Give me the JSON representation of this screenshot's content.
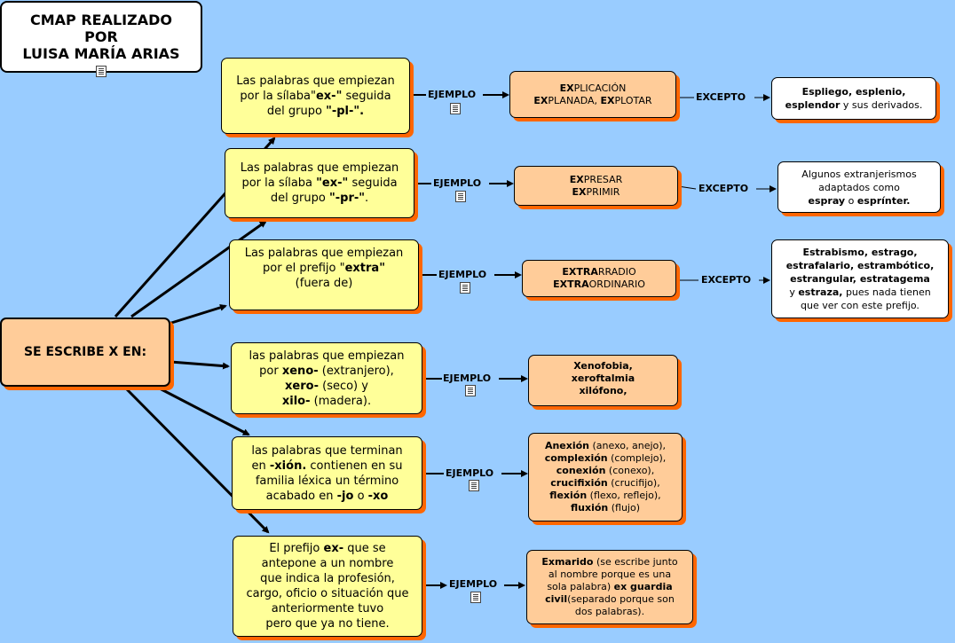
{
  "title": {
    "line1": "CMAP REALIZADO",
    "line2": "POR",
    "line3": "LUISA MARÍA ARIAS"
  },
  "root": {
    "label": "SE ESCRIBE X EN:"
  },
  "link_labels": {
    "ejemplo": "EJEMPLO",
    "excepto": "EXCEPTO"
  },
  "rules": [
    {
      "p1": "Las palabras que empiezan",
      "p2": "por la sílaba\"",
      "b2": "ex-\"",
      "p3": " seguida",
      "p4": "del grupo ",
      "b4": "\"-pl-\"."
    },
    {
      "p1": "Las palabras que empiezan",
      "p2": "por la sílaba ",
      "b2": "\"ex-\"",
      "p3": " seguida",
      "p4": "del grupo ",
      "b4": "\"-pr-\"",
      "p5": "."
    },
    {
      "p1": "Las palabras que empiezan",
      "p2": "por el prefijo \"",
      "b2": "extra\"",
      "p3": "(fuera de)"
    },
    {
      "p1": "las palabras que empiezan",
      "p2": "por ",
      "b2": "xeno-",
      "p3": " (extranjero),",
      "b4": "xero-",
      "p4": " (seco) y",
      "b5": "xilo-",
      "p5": " (madera)."
    },
    {
      "p1": "las palabras que terminan",
      "p2": "en ",
      "b2": "-xión.",
      "p3": " contienen en su",
      "p4": "familia léxica un término",
      "p5": "acabado en ",
      "b5": "-jo",
      "p6": " o ",
      "b6": "-xo"
    },
    {
      "p1": "El prefijo ",
      "b1": "ex-",
      "p1b": " que se",
      "p2": "antepone a un nombre",
      "p3": "que indica la profesión,",
      "p4": "cargo, oficio o situación que",
      "p5": "anteriormente tuvo",
      "p6": "pero que ya no tiene."
    }
  ],
  "examples": [
    {
      "b1": "EX",
      "t1": "PLICACIÓN",
      "b2": "EX",
      "t2": "PLANADA, ",
      "b3": "EX",
      "t3": "PLOTAR"
    },
    {
      "b1": "EX",
      "t1": "PRESAR",
      "b2": "EX",
      "t2": "PRIMIR"
    },
    {
      "b1": "EXTRA",
      "t1": "RRADIO",
      "b2": "EXTRA",
      "t2": "ORDINARIO"
    },
    {
      "l1": "Xenofobia,",
      "l2": "xeroftalmia",
      "l3": "xilófono,"
    },
    {
      "rows": [
        {
          "b": "Anexión",
          "t": " (anexo, anejo),"
        },
        {
          "b": "complexión",
          "t": " (complejo),"
        },
        {
          "b": "conexión",
          "t": " (conexo),"
        },
        {
          "b": "crucifixión",
          "t": " (crucifijo),"
        },
        {
          "b": "flexión",
          "t": " (flexo, reflejo),"
        },
        {
          "b": "fluxión",
          "t": " (flujo)"
        }
      ]
    },
    {
      "b1": "Exmarido",
      "t1": " (se escribe junto",
      "t2": "al nombre porque es una",
      "t3": "sola palabra) ",
      "b3": "ex guardia",
      "b4": "civil",
      "t4": "(separado porque son",
      "t5": "dos palabras)."
    }
  ],
  "exceptions": [
    {
      "b1": "Espliego, esplenio,",
      "b2": "esplendor",
      "t2": " y sus derivados."
    },
    {
      "t1": "Algunos extranjerismos",
      "t2": "adaptados como",
      "b3": "espray",
      "t3": " o ",
      "b3b": "esprínter."
    },
    {
      "b1": "Estrabismo, estrago,",
      "b2": "estrafalario, estrambótico,",
      "b3": "estrangular, estratagema",
      "t4": "y ",
      "b4": "estraza,",
      "t4b": " pues nada tienen",
      "t5": "que ver con este prefijo."
    }
  ]
}
